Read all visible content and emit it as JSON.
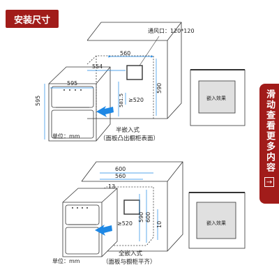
{
  "header": {
    "title": "安装尺寸"
  },
  "side_tab": {
    "text": "滑动查看更多内容",
    "icon": "arrow-icon"
  },
  "top_diagram": {
    "vent_label": "通风口：120*120",
    "dims": {
      "d560": "560",
      "d554": "554",
      "d595w": "595",
      "d595h": "595",
      "d5815": "581.5",
      "d520": "≥520",
      "d590": "590"
    },
    "inset_label": "嵌入效果",
    "unit": "单位：mm",
    "caption_line1": "半嵌入式",
    "caption_line2": "（面板凸出橱柜表面）"
  },
  "bottom_diagram": {
    "dims": {
      "d600": "600",
      "d560": "560",
      "d13": "13",
      "d520": "≥520",
      "d590": "590",
      "d600v": "600",
      "d10": "10"
    },
    "inset_label": "嵌入效果",
    "unit": "单位：mm",
    "caption_line1": "全嵌入式",
    "caption_line2": "（面板与橱柜平齐）"
  },
  "colors": {
    "accent": "#a11c1a",
    "arrow": "#1e88e5",
    "dim": "#1e88e5",
    "line": "#333333"
  }
}
